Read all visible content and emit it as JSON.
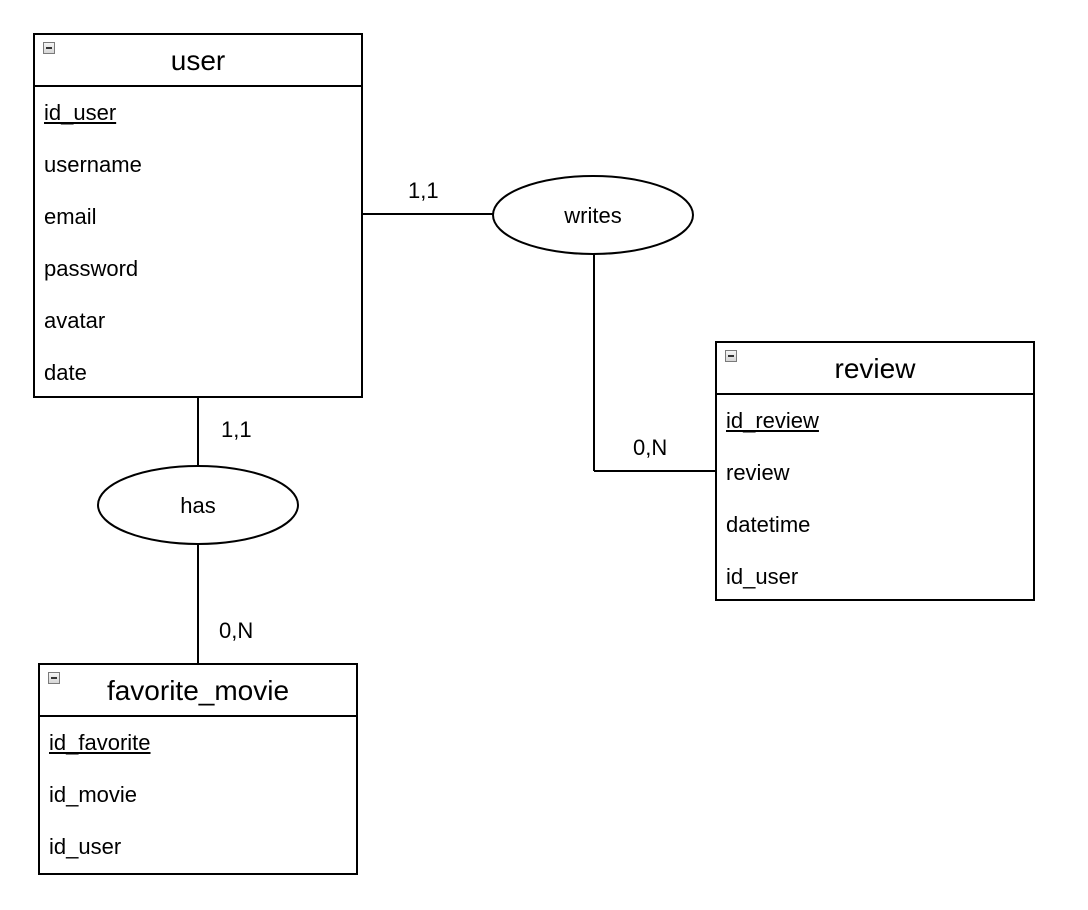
{
  "entities": {
    "user": {
      "title": "user",
      "attributes": [
        "id_user",
        "username",
        "email",
        "password",
        "avatar",
        "date"
      ]
    },
    "review": {
      "title": "review",
      "attributes": [
        "id_review",
        "review",
        "datetime",
        "id_user"
      ]
    },
    "favorite_movie": {
      "title": "favorite_movie",
      "attributes": [
        "id_favorite",
        "id_movie",
        "id_user"
      ]
    }
  },
  "relationships": {
    "writes": {
      "label": "writes",
      "card_user": "1,1",
      "card_review": "0,N"
    },
    "has": {
      "label": "has",
      "card_user": "1,1",
      "card_favorite": "0,N"
    }
  }
}
